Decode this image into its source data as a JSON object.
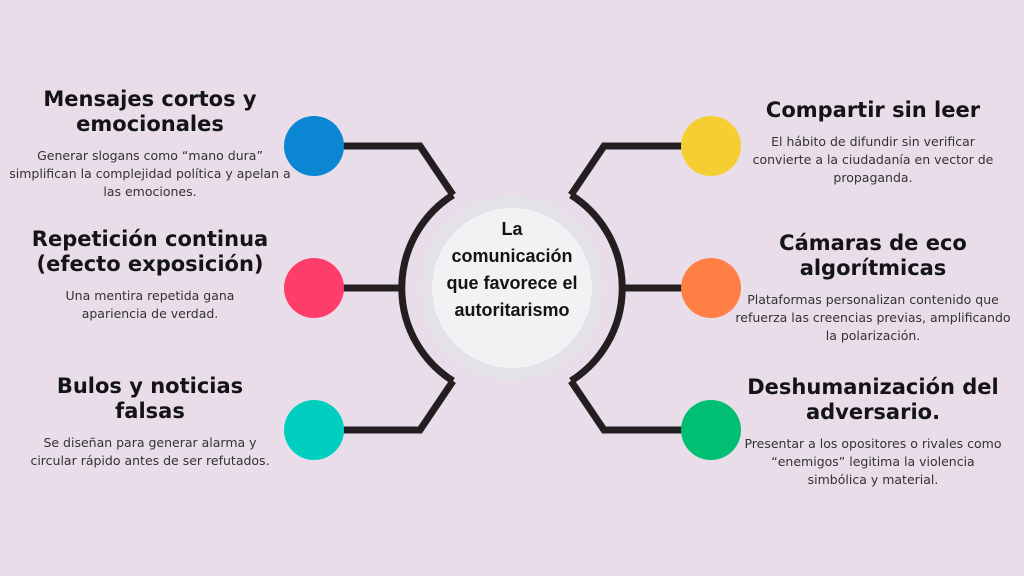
{
  "center": {
    "title_lines": [
      "La",
      "comunicación",
      "que favorece el",
      "autoritarismo"
    ]
  },
  "left_items": [
    {
      "title": "Mensajes cortos y emocionales",
      "text": "Generar slogans como “mano dura” simplifican la complejidad política y apelan a las emociones.",
      "color": "#0a86d3"
    },
    {
      "title": "Repetición continua (efecto exposición)",
      "text": "Una mentira repetida gana apariencia de verdad.",
      "color": "#ff3d6b"
    },
    {
      "title": "Bulos y noticias falsas",
      "text": "Se diseñan para generar alarma y circular rápido antes de ser refutados.",
      "color": "#00cfc0"
    }
  ],
  "right_items": [
    {
      "title": "Compartir sin leer",
      "text": "El hábito de difundir sin verificar convierte a la ciudadanía en vector de propaganda.",
      "color": "#f5cf32"
    },
    {
      "title": "Cámaras de eco algorítmicas",
      "text": "Plataformas personalizan contenido que refuerza las creencias previas, amplificando la polarización.",
      "color": "#ff7f45"
    },
    {
      "title": "Deshumanización del adversario.",
      "text": "Presentar a los opositores o rivales como “enemigos” legitima la violencia simbólica y material.",
      "color": "#00bf72"
    }
  ]
}
